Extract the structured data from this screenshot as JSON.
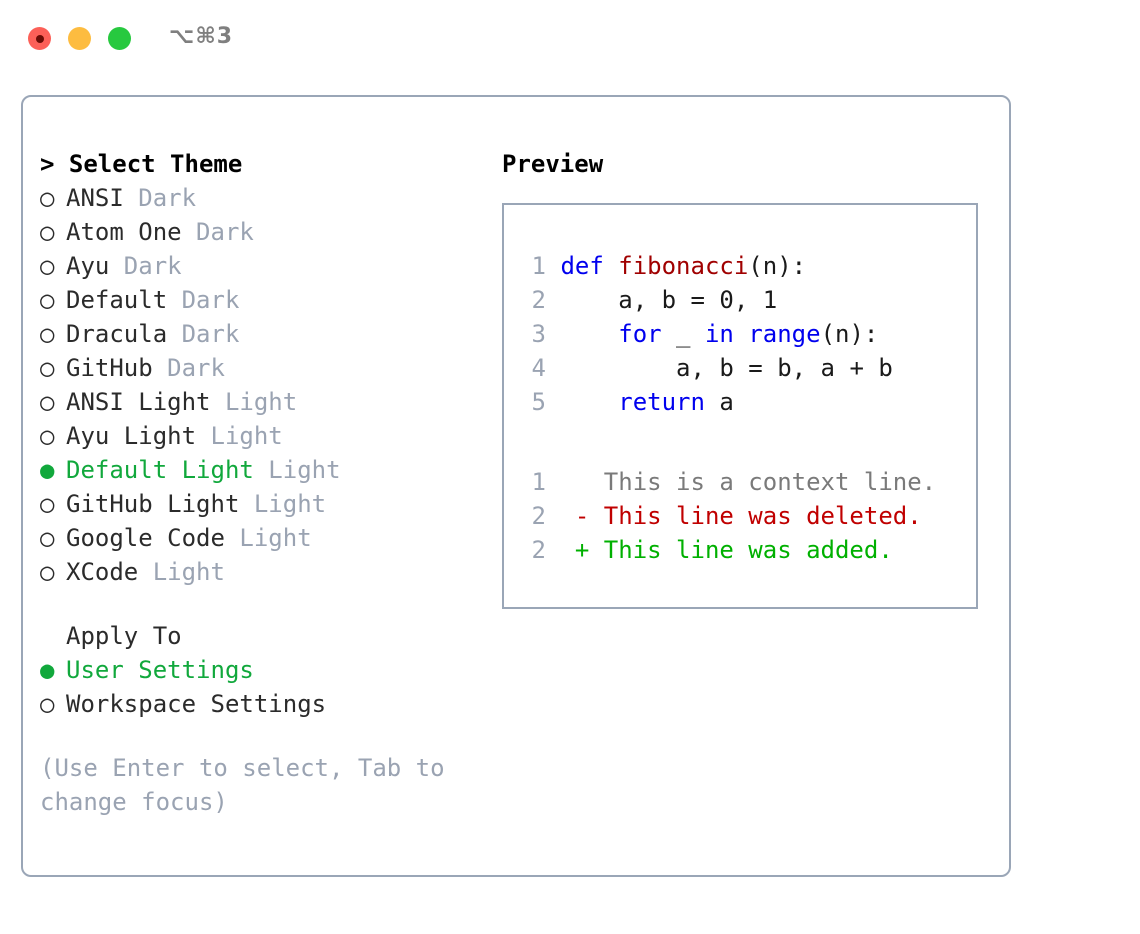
{
  "titlebar": {
    "shortcut": "⌥⌘3",
    "buttons": [
      {
        "name": "close",
        "color": "#fc6058"
      },
      {
        "name": "minimize",
        "color": "#fdbc40"
      },
      {
        "name": "maximize",
        "color": "#27c93f"
      }
    ]
  },
  "theme_picker": {
    "header": "> Select Theme",
    "bullet_selected": "●",
    "bullet_unselected": "○",
    "items": [
      {
        "label": "ANSI",
        "kind": "Dark",
        "selected": false
      },
      {
        "label": "Atom One",
        "kind": "Dark",
        "selected": false
      },
      {
        "label": "Ayu",
        "kind": "Dark",
        "selected": false
      },
      {
        "label": "Default",
        "kind": "Dark",
        "selected": false
      },
      {
        "label": "Dracula",
        "kind": "Dark",
        "selected": false
      },
      {
        "label": "GitHub",
        "kind": "Dark",
        "selected": false
      },
      {
        "label": "ANSI Light",
        "kind": "Light",
        "selected": false
      },
      {
        "label": "Ayu Light",
        "kind": "Light",
        "selected": false
      },
      {
        "label": "Default Light",
        "kind": "Light",
        "selected": true
      },
      {
        "label": "GitHub Light",
        "kind": "Light",
        "selected": false
      },
      {
        "label": "Google Code",
        "kind": "Light",
        "selected": false
      },
      {
        "label": "XCode",
        "kind": "Light",
        "selected": false
      }
    ]
  },
  "apply_to": {
    "title": "Apply To",
    "items": [
      {
        "label": "User Settings",
        "selected": true
      },
      {
        "label": "Workspace Settings",
        "selected": false
      }
    ]
  },
  "hint": "(Use Enter to select, Tab to change focus)",
  "preview": {
    "title": "Preview",
    "code_lines": [
      {
        "num": "1",
        "tokens": [
          {
            "t": "def ",
            "c": "kw"
          },
          {
            "t": "fibonacci",
            "c": "fn"
          },
          {
            "t": "(n):",
            "c": "plain"
          }
        ]
      },
      {
        "num": "2",
        "tokens": [
          {
            "t": "    a, b = 0, 1",
            "c": "plain"
          }
        ]
      },
      {
        "num": "3",
        "tokens": [
          {
            "t": "    ",
            "c": "plain"
          },
          {
            "t": "for",
            "c": "kw"
          },
          {
            "t": " _ ",
            "c": "plain"
          },
          {
            "t": "in",
            "c": "kw"
          },
          {
            "t": " ",
            "c": "plain"
          },
          {
            "t": "range",
            "c": "kw"
          },
          {
            "t": "(n):",
            "c": "plain"
          }
        ]
      },
      {
        "num": "4",
        "tokens": [
          {
            "t": "        a, b = b, a + b",
            "c": "plain"
          }
        ]
      },
      {
        "num": "5",
        "tokens": [
          {
            "t": "    ",
            "c": "plain"
          },
          {
            "t": "return",
            "c": "kw"
          },
          {
            "t": " a",
            "c": "plain"
          }
        ]
      }
    ],
    "diff_lines": [
      {
        "num": "1",
        "marker": "  ",
        "text": "This is a context line.",
        "kind": "ctx"
      },
      {
        "num": "2",
        "marker": "- ",
        "text": "This line was deleted.",
        "kind": "del"
      },
      {
        "num": "2",
        "marker": "+ ",
        "text": "This line was added.",
        "kind": "add"
      }
    ]
  },
  "colors": {
    "accent_green": "#11a83c",
    "muted": "#9aa3b2",
    "border": "#9aa6b7",
    "keyword": "#0000ee",
    "function": "#a00000",
    "diff_added": "#00b000",
    "diff_deleted": "#c00000"
  }
}
